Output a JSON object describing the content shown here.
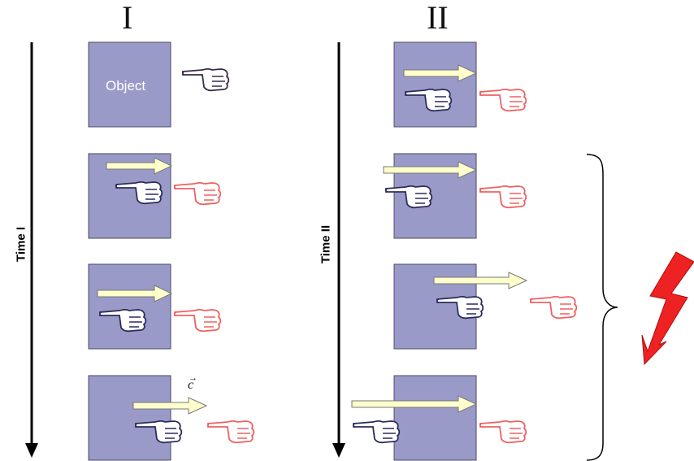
{
  "columns": {
    "first": {
      "title": "I",
      "time_label": "Time I"
    },
    "second": {
      "title": "II",
      "time_label": "Time II"
    }
  },
  "object_label": "Object",
  "vector_label": "c",
  "colors": {
    "box": "#9a9ac8",
    "box_border": "#4a4a66",
    "arrow_fill": "#ffffcc",
    "arrow_stroke": "#777777",
    "hand_dark": "#2c2c5c",
    "hand_light": "#f06060",
    "lightning": "#ee2222"
  },
  "icons": [
    "pointing-hand-icon",
    "lightning-bolt-icon",
    "arrow-right-icon",
    "curly-brace-icon"
  ]
}
